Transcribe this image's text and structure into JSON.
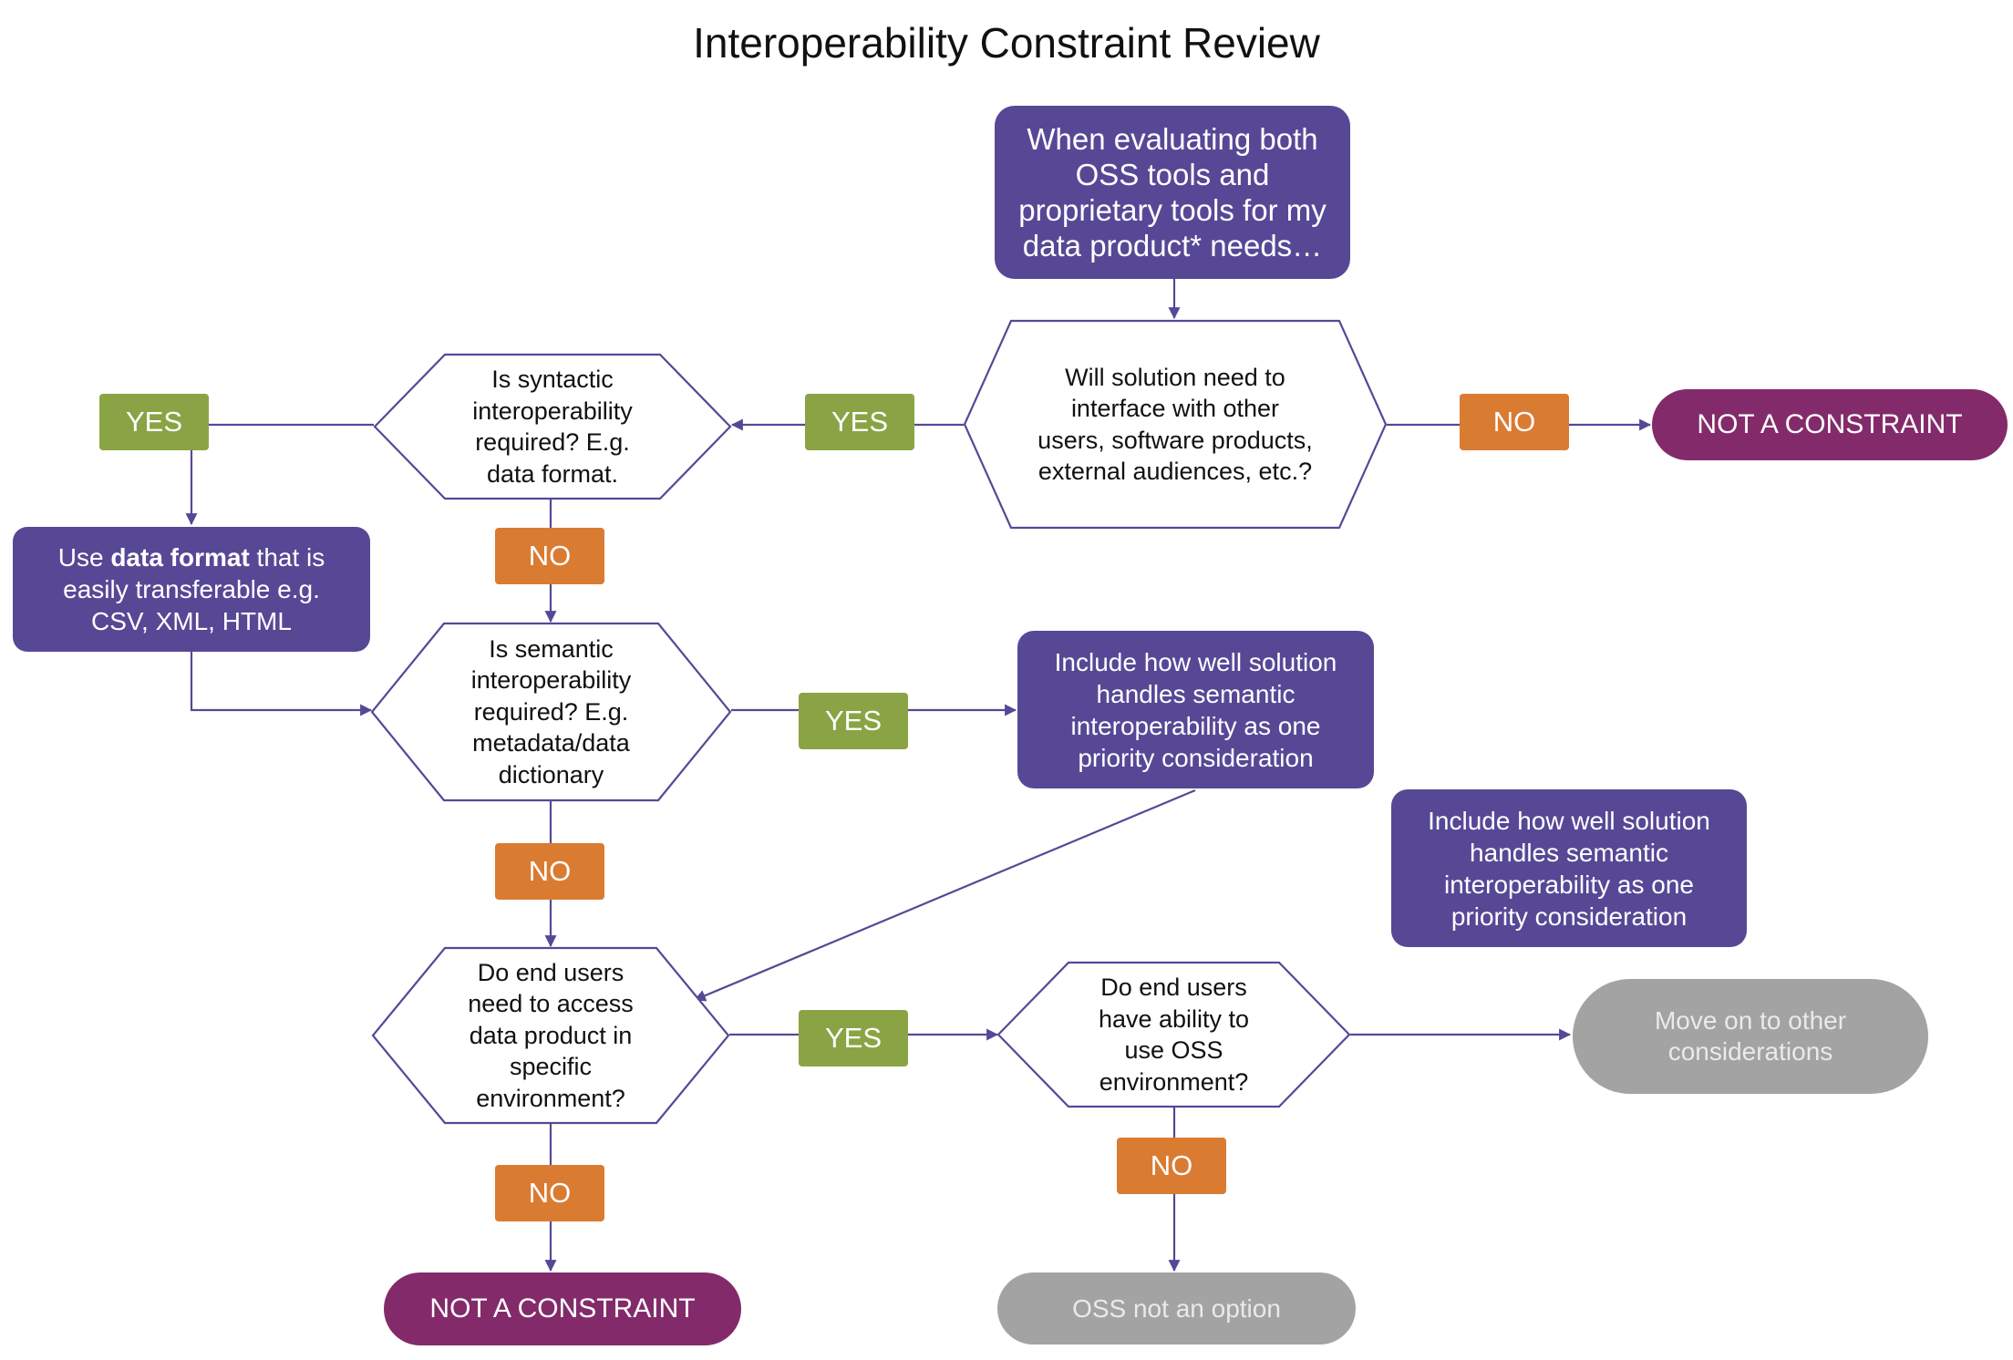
{
  "title": "Interoperability Constraint Review",
  "colors": {
    "process_purple": "#574896",
    "terminal_magenta": "#832b6a",
    "yes_green": "#8aa445",
    "no_orange": "#da7b32",
    "terminal_gray": "#a3a3a3",
    "connector": "#574896"
  },
  "nodes": {
    "start": {
      "text": "When evaluating both OSS tools and proprietary tools for my data product* needs…"
    },
    "q_interface": {
      "text": "Will solution need to interface with other users, software products, external audiences, etc.?"
    },
    "q_syntactic": {
      "text": "Is syntactic interoperability required? E.g. data format."
    },
    "q_semantic": {
      "text": "Is semantic interoperability required? E.g. metadata/data dictionary"
    },
    "q_environment": {
      "text": "Do end users need to access data product in specific environment?"
    },
    "q_oss_ability": {
      "text": "Do end users have ability to use OSS environment?"
    },
    "data_format_action": {
      "prefix": "Use ",
      "bold": "data format",
      "suffix": " that is easily transferable e.g. CSV, XML, HTML"
    },
    "semantic_action": {
      "text": "Include how well solution handles semantic interoperability as one priority consideration"
    },
    "semantic_action_duplicate": {
      "text": "Include how well solution handles semantic interoperability as one priority consideration"
    },
    "not_constraint_top": {
      "text": "NOT A CONSTRAINT"
    },
    "not_constraint_bottom": {
      "text": "NOT A CONSTRAINT"
    },
    "move_on": {
      "text": "Move on to other considerations"
    },
    "oss_not_option": {
      "text": "OSS not an option"
    }
  },
  "labels": {
    "yes": "YES",
    "no": "NO"
  }
}
